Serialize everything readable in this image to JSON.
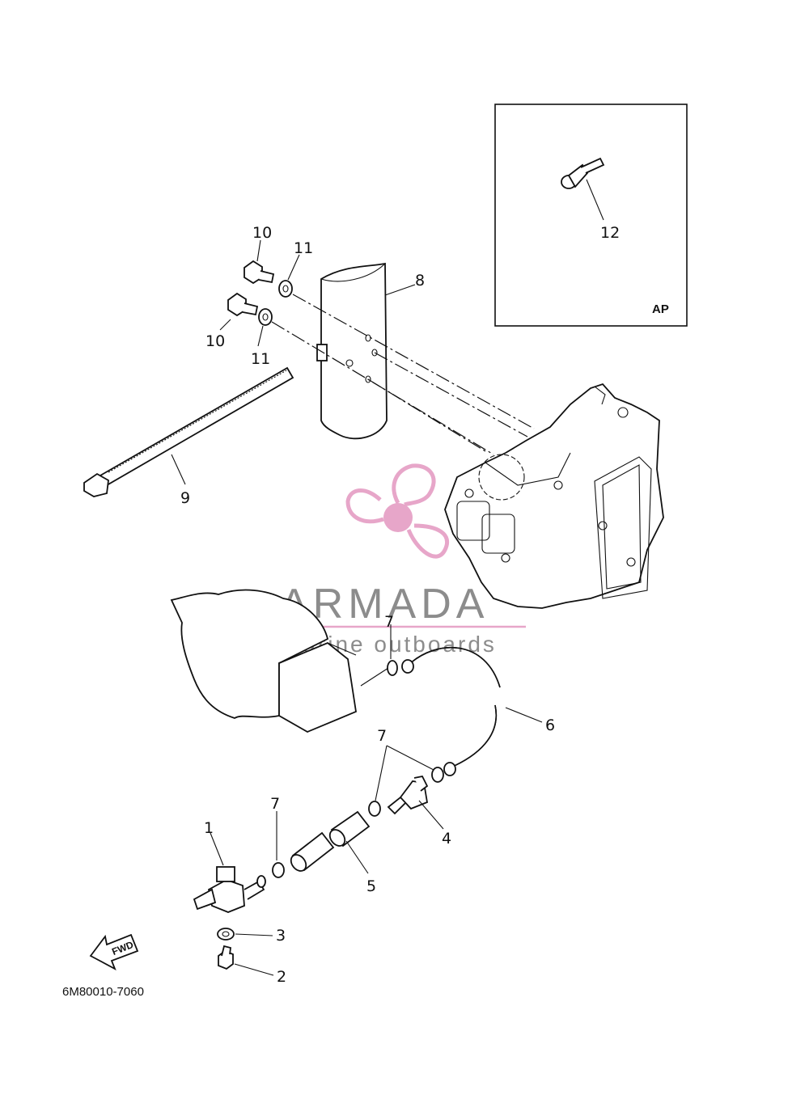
{
  "inset": {
    "tag": "AP"
  },
  "callouts": {
    "p1": "1",
    "p2": "2",
    "p3": "3",
    "p4": "4",
    "p5": "5",
    "p6": "6",
    "p7a": "7",
    "p7b": "7",
    "p7c": "7",
    "p8": "8",
    "p9": "9",
    "p10a": "10",
    "p10b": "10",
    "p11a": "11",
    "p11b": "11",
    "p12": "12"
  },
  "fwd_label": "FWD",
  "watermark": {
    "brand": "ARMADA",
    "tagline": "marine outboards",
    "brand_color": "#8c8c8c",
    "accent_color": "#e7a6c9"
  },
  "diagram_code": "6M80010-7060"
}
